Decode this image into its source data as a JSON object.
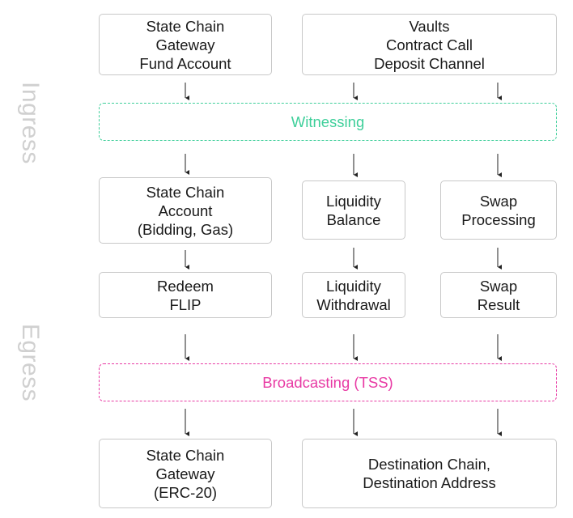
{
  "side_labels": {
    "ingress": "Ingress",
    "egress": "Egress"
  },
  "bands": {
    "witnessing": {
      "label": "Witnessing",
      "color": "#3ecf9a"
    },
    "broadcasting": {
      "label": "Broadcasting (TSS)",
      "color": "#e83aa4"
    }
  },
  "boxes": {
    "source_state_chain": [
      "State Chain",
      "Gateway",
      "Fund Account"
    ],
    "source_vaults": [
      "Vaults",
      "Contract Call",
      "Deposit Channel"
    ],
    "state_chain_account": [
      "State Chain",
      "Account",
      "(Bidding, Gas)"
    ],
    "liquidity_balance": [
      "Liquidity",
      "Balance"
    ],
    "swap_processing": [
      "Swap",
      "Processing"
    ],
    "redeem_flip": [
      "Redeem",
      "FLIP"
    ],
    "liquidity_withdrawal": [
      "Liquidity",
      "Withdrawal"
    ],
    "swap_result": [
      "Swap",
      "Result"
    ],
    "dest_state_chain": [
      "State Chain",
      "Gateway",
      "(ERC-20)"
    ],
    "dest_chain": [
      "Destination Chain,",
      "Destination Address"
    ]
  }
}
